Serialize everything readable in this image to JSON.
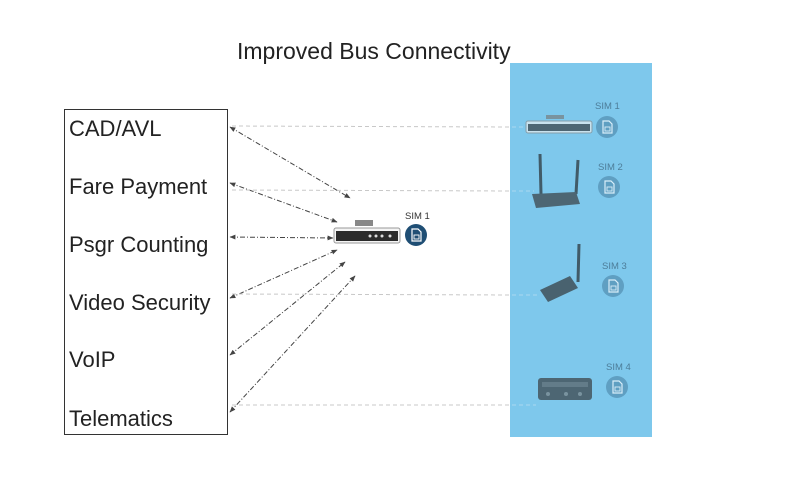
{
  "title": "Improved Bus Connectivity",
  "applications": [
    "CAD/AVL",
    "Fare Payment",
    "Psgr Counting",
    "Video Security",
    "VoIP",
    "Telematics"
  ],
  "central_device": {
    "sim_label": "SIM 1"
  },
  "legacy_devices": [
    {
      "sim_label": "SIM 1",
      "device": "router-icon"
    },
    {
      "sim_label": "SIM 2",
      "device": "antenna-router-icon"
    },
    {
      "sim_label": "SIM 3",
      "device": "antenna-gateway-icon"
    },
    {
      "sim_label": "SIM 4",
      "device": "rugged-gateway-icon"
    }
  ],
  "colors": {
    "panel": "#7ec8ec",
    "sim_badge": "#1f4e74",
    "line": "#444444"
  }
}
